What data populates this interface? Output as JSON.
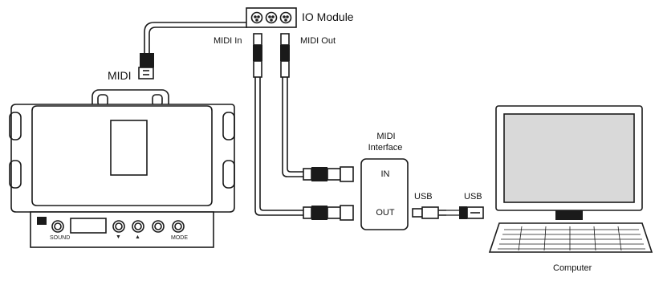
{
  "io_module": {
    "label": "IO Module"
  },
  "midi_in": {
    "label": "MIDI In"
  },
  "midi_out": {
    "label": "MIDI Out"
  },
  "device_cable": {
    "label": "MIDI"
  },
  "interface": {
    "title_line1": "MIDI",
    "title_line2": "Interface",
    "port_in": "IN",
    "port_out": "OUT"
  },
  "usb_left": {
    "label": "USB"
  },
  "usb_right": {
    "label": "USB"
  },
  "computer": {
    "label": "Computer"
  },
  "device_panel": {
    "sound_label": "SOUND",
    "down_label": "▼",
    "up_label": "▲",
    "mode_label": "MODE"
  },
  "colors": {
    "line": "#1a1a1a",
    "screen": "#d9d9d9",
    "body_bg": "#ffffff"
  }
}
